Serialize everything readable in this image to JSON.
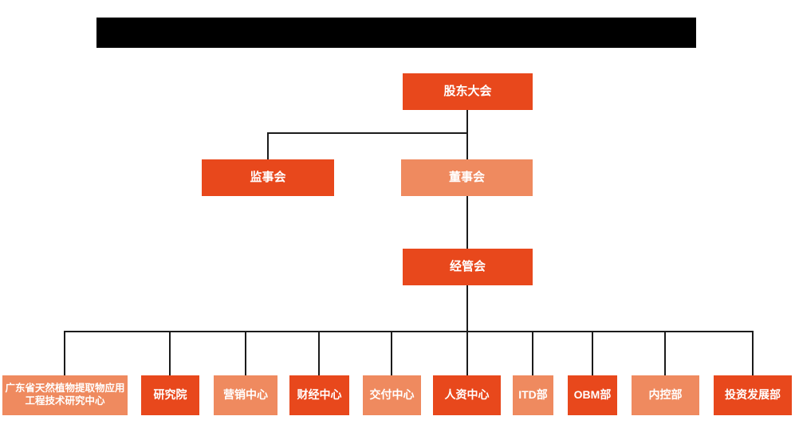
{
  "colors": {
    "primary_orange": "#E8481C",
    "secondary_salmon": "#EF8A5F",
    "connector_line": "#1b1b1b",
    "redaction_bar": "#000000",
    "node_text": "#FFFFFF",
    "background": "#FFFFFF"
  },
  "org_chart": {
    "root": {
      "label": "股东大会"
    },
    "level2": [
      {
        "label": "监事会",
        "variant": "primary"
      },
      {
        "label": "董事会",
        "variant": "secondary"
      }
    ],
    "level3": {
      "label": "经管会"
    },
    "departments": [
      {
        "label": "广东省天然植物提取物应用工程技术研究中心",
        "variant": "secondary"
      },
      {
        "label": "研究院",
        "variant": "primary"
      },
      {
        "label": "营销中心",
        "variant": "secondary"
      },
      {
        "label": "财经中心",
        "variant": "primary"
      },
      {
        "label": "交付中心",
        "variant": "secondary"
      },
      {
        "label": "人资中心",
        "variant": "primary"
      },
      {
        "label": "ITD部",
        "variant": "secondary"
      },
      {
        "label": "OBM部",
        "variant": "primary"
      },
      {
        "label": "内控部",
        "variant": "secondary"
      },
      {
        "label": "投资发展部",
        "variant": "primary"
      }
    ]
  }
}
